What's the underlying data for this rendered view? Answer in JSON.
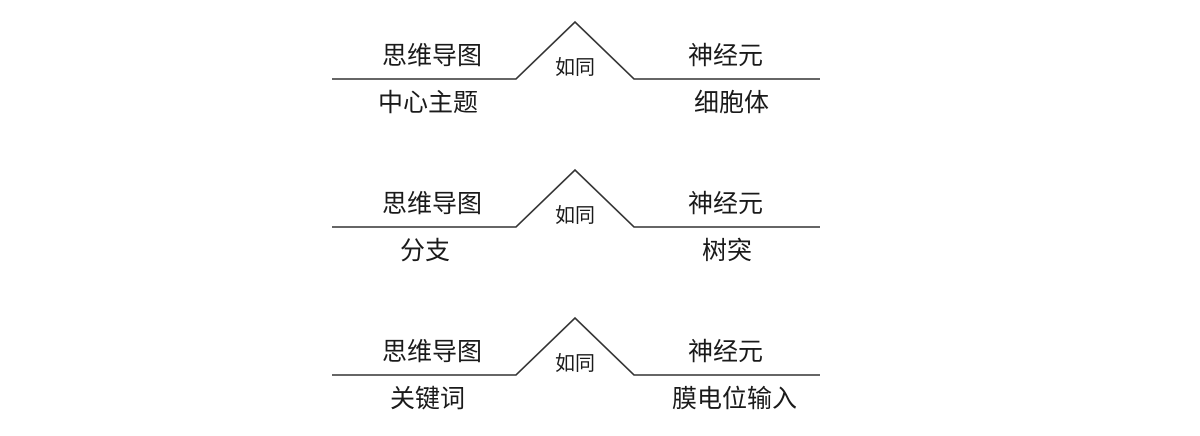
{
  "colors": {
    "line": "#333333",
    "text": "#1a1a1a",
    "background": "#ffffff"
  },
  "analogies": [
    {
      "left_term": "思维导图",
      "connector": "如同",
      "right_term": "神经元",
      "left_part": "中心主题",
      "right_part": "细胞体"
    },
    {
      "left_term": "思维导图",
      "connector": "如同",
      "right_term": "神经元",
      "left_part": "分支",
      "right_part": "树突"
    },
    {
      "left_term": "思维导图",
      "connector": "如同",
      "right_term": "神经元",
      "left_part": "关键词",
      "right_part": "膜电位输入"
    }
  ]
}
